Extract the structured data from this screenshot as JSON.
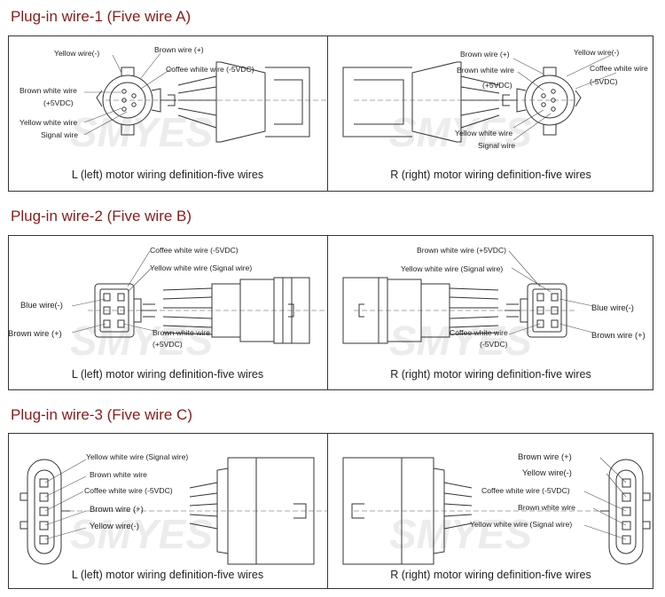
{
  "sections": [
    {
      "title": "Plug-in wire-1 (Five wire A)",
      "left_caption": "L (left) motor wiring definition-five wires",
      "right_caption": "R (right) motor wiring definition-five wires",
      "left_labels": {
        "yellow": "Yellow wire(-)",
        "brown": "Brown wire (+)",
        "coffee_white": "Coffee white wire  (-5VDC)",
        "brown_white": "Brown white wire",
        "brown_white_v": "(+5VDC)",
        "yellow_white": "Yellow white wire",
        "signal": "Signal wire"
      },
      "right_labels": {
        "brown": "Brown wire (+)",
        "yellow": "Yellow wire(-)",
        "brown_white": "Brown white wire",
        "brown_white_v": "(+5VDC)",
        "coffee_white": "Coffee white wire",
        "coffee_white_v": "(-5VDC)",
        "yellow_white": "Yellow white wire",
        "signal": "Signal wire"
      }
    },
    {
      "title": "Plug-in wire-2 (Five wire B)",
      "left_caption": "L (left) motor wiring definition-five wires",
      "right_caption": "R (right) motor wiring definition-five wires",
      "left_labels": {
        "coffee_white": "Coffee white wire  (-5VDC)",
        "yellow_white": "Yellow white wire (Signal wire)",
        "blue": "Blue wire(-)",
        "brown": "Brown wire (+)",
        "brown_white": "Brown white wire",
        "brown_white_v": "(+5VDC)"
      },
      "right_labels": {
        "brown_white": "Brown white wire (+5VDC)",
        "yellow_white": "Yellow white wire (Signal wire)",
        "blue": "Blue wire(-)",
        "coffee_white": "Coffee white wire",
        "coffee_white_v": "(-5VDC)",
        "brown": "Brown wire (+)"
      }
    },
    {
      "title": "Plug-in wire-3 (Five wire C)",
      "left_caption": "L (left) motor wiring definition-five wires",
      "right_caption": "R (right) motor wiring definition-five wires",
      "left_labels": {
        "yellow_white": "Yellow white wire (Signal wire)",
        "brown_white": "Brown white wire",
        "coffee_white": "Coffee white wire  (-5VDC)",
        "brown": "Brown wire (+)",
        "yellow": "Yellow wire(-)"
      },
      "right_labels": {
        "brown": "Brown wire (+)",
        "yellow": "Yellow wire(-)",
        "coffee_white": "Coffee white wire  (-5VDC)",
        "brown_white": "Brown white wire",
        "yellow_white": "Yellow white wire (Signal wire)"
      }
    }
  ],
  "watermark": "SMYES",
  "colors": {
    "title": "#8b1a1a",
    "line": "#333333",
    "watermark": "#ececec"
  }
}
